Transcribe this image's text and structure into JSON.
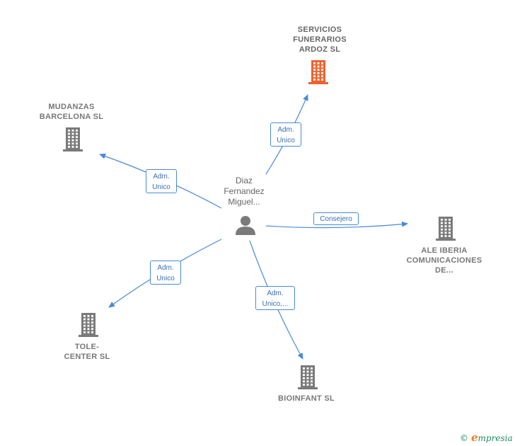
{
  "center": {
    "label": "Diaz\nFernandez\nMiguel..."
  },
  "companies": [
    {
      "id": "servicios",
      "label": "SERVICIOS\nFUNERARIOS\nARDOZ  SL",
      "highlight": true
    },
    {
      "id": "mudanzas",
      "label": "MUDANZAS\nBARCELONA SL",
      "highlight": false
    },
    {
      "id": "ale",
      "label": "ALE IBERIA\nCOMUNICACIONES\nDE...",
      "highlight": false
    },
    {
      "id": "tole",
      "label": "TOLE-\nCENTER SL",
      "highlight": false
    },
    {
      "id": "bioinfant",
      "label": "BIOINFANT  SL",
      "highlight": false
    }
  ],
  "edges": [
    {
      "to": "servicios",
      "label": "Adm.\nUnico"
    },
    {
      "to": "mudanzas",
      "label": "Adm.\nUnico"
    },
    {
      "to": "ale",
      "label": "Consejero"
    },
    {
      "to": "tole",
      "label": "Adm.\nUnico"
    },
    {
      "to": "bioinfant",
      "label": "Adm.\nUnico,..."
    }
  ],
  "colors": {
    "edge": "#4a8ad6",
    "building": "#7a7a7a",
    "building_highlight": "#f0622d",
    "person": "#7a7a7a"
  },
  "footer": {
    "copyright": "©",
    "brand_initial": "e",
    "brand_rest": "mpresia"
  }
}
